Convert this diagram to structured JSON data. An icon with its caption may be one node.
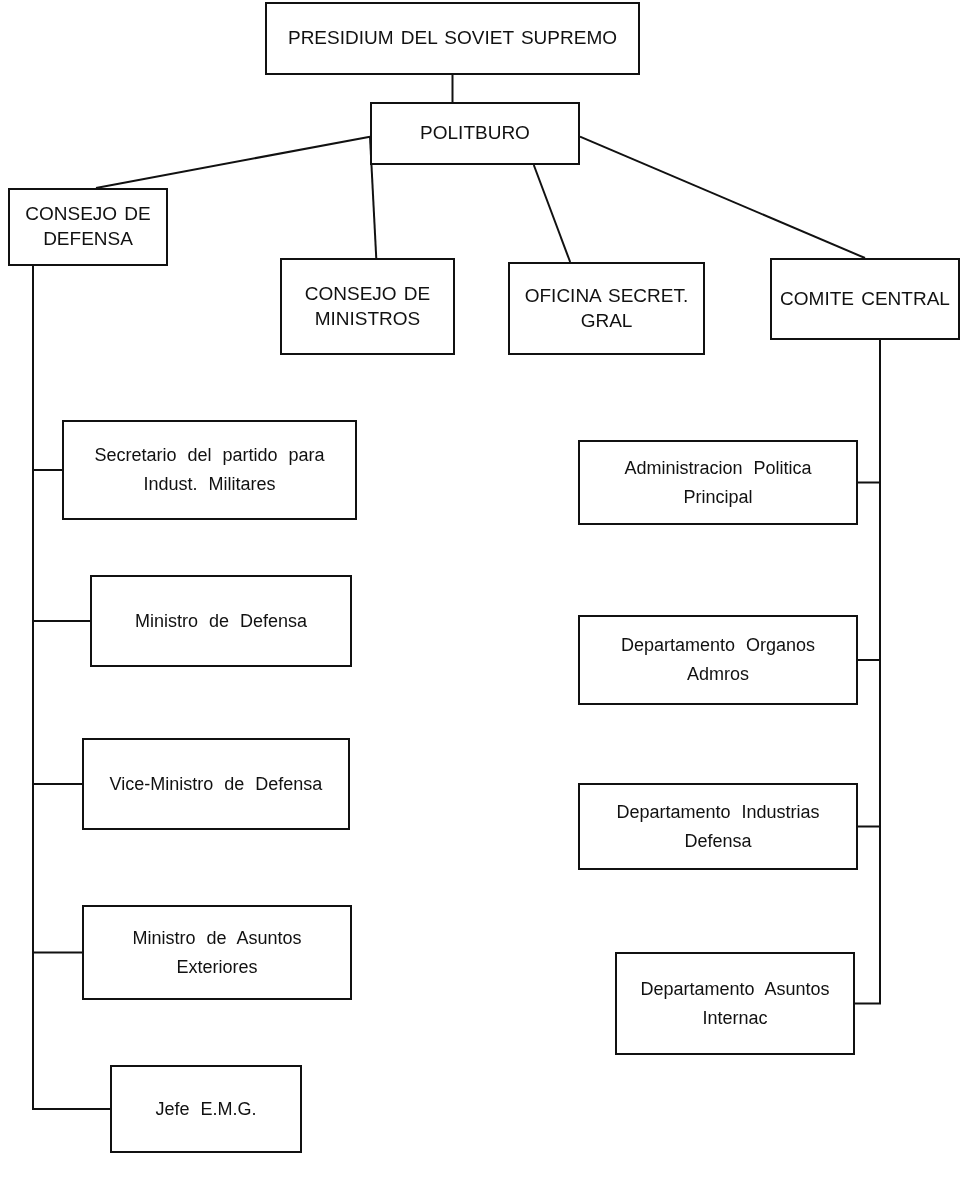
{
  "diagram": {
    "nodes": [
      {
        "text": [
          "PRESIDIUM DEL SOVIET SUPREMO"
        ]
      },
      {
        "text": [
          "POLITBURO"
        ]
      },
      {
        "text": [
          "CONSEJO DE DEFENSA"
        ]
      },
      {
        "text": [
          "CONSEJO DE MINISTROS"
        ]
      },
      {
        "text": [
          "OFICINA SECRET. GRAL"
        ]
      },
      {
        "text": [
          "COMITE CENTRAL"
        ]
      },
      {
        "text": [
          "Secretario del partido para Indust. Militares"
        ]
      },
      {
        "text": [
          "Ministro de Defensa"
        ]
      },
      {
        "text": [
          "Vice-Ministro de Defensa"
        ]
      },
      {
        "text": [
          "Ministro de Asuntos Exteriores"
        ]
      },
      {
        "text": [
          "Jefe E.M.G."
        ]
      },
      {
        "text": [
          "Administracion Politica Principal"
        ]
      },
      {
        "text": [
          "Departamento Organos Admros"
        ]
      },
      {
        "text": [
          "Departamento Industrias Defensa"
        ]
      },
      {
        "text": [
          "Departamento Asuntos Internac"
        ]
      }
    ],
    "edges": [
      {
        "from": 0,
        "to": 1,
        "arrow": "none"
      },
      {
        "from": 1,
        "to": 2,
        "arrow": "none"
      },
      {
        "from": 1,
        "to": 3,
        "arrow": "none"
      },
      {
        "from": 1,
        "to": 4,
        "arrow": "none"
      },
      {
        "from": 1,
        "to": 5,
        "arrow": "none"
      },
      {
        "from": 2,
        "to": 6,
        "arrow": "none"
      },
      {
        "from": 2,
        "to": 7,
        "arrow": "none"
      },
      {
        "from": 2,
        "to": 8,
        "arrow": "none"
      },
      {
        "from": 2,
        "to": 9,
        "arrow": "none"
      },
      {
        "from": 2,
        "to": 10,
        "arrow": "none"
      },
      {
        "from": 5,
        "to": 11,
        "arrow": "none"
      },
      {
        "from": 5,
        "to": 12,
        "arrow": "none"
      },
      {
        "from": 5,
        "to": 13,
        "arrow": "none"
      },
      {
        "from": 5,
        "to": 14,
        "arrow": "none"
      }
    ]
  }
}
